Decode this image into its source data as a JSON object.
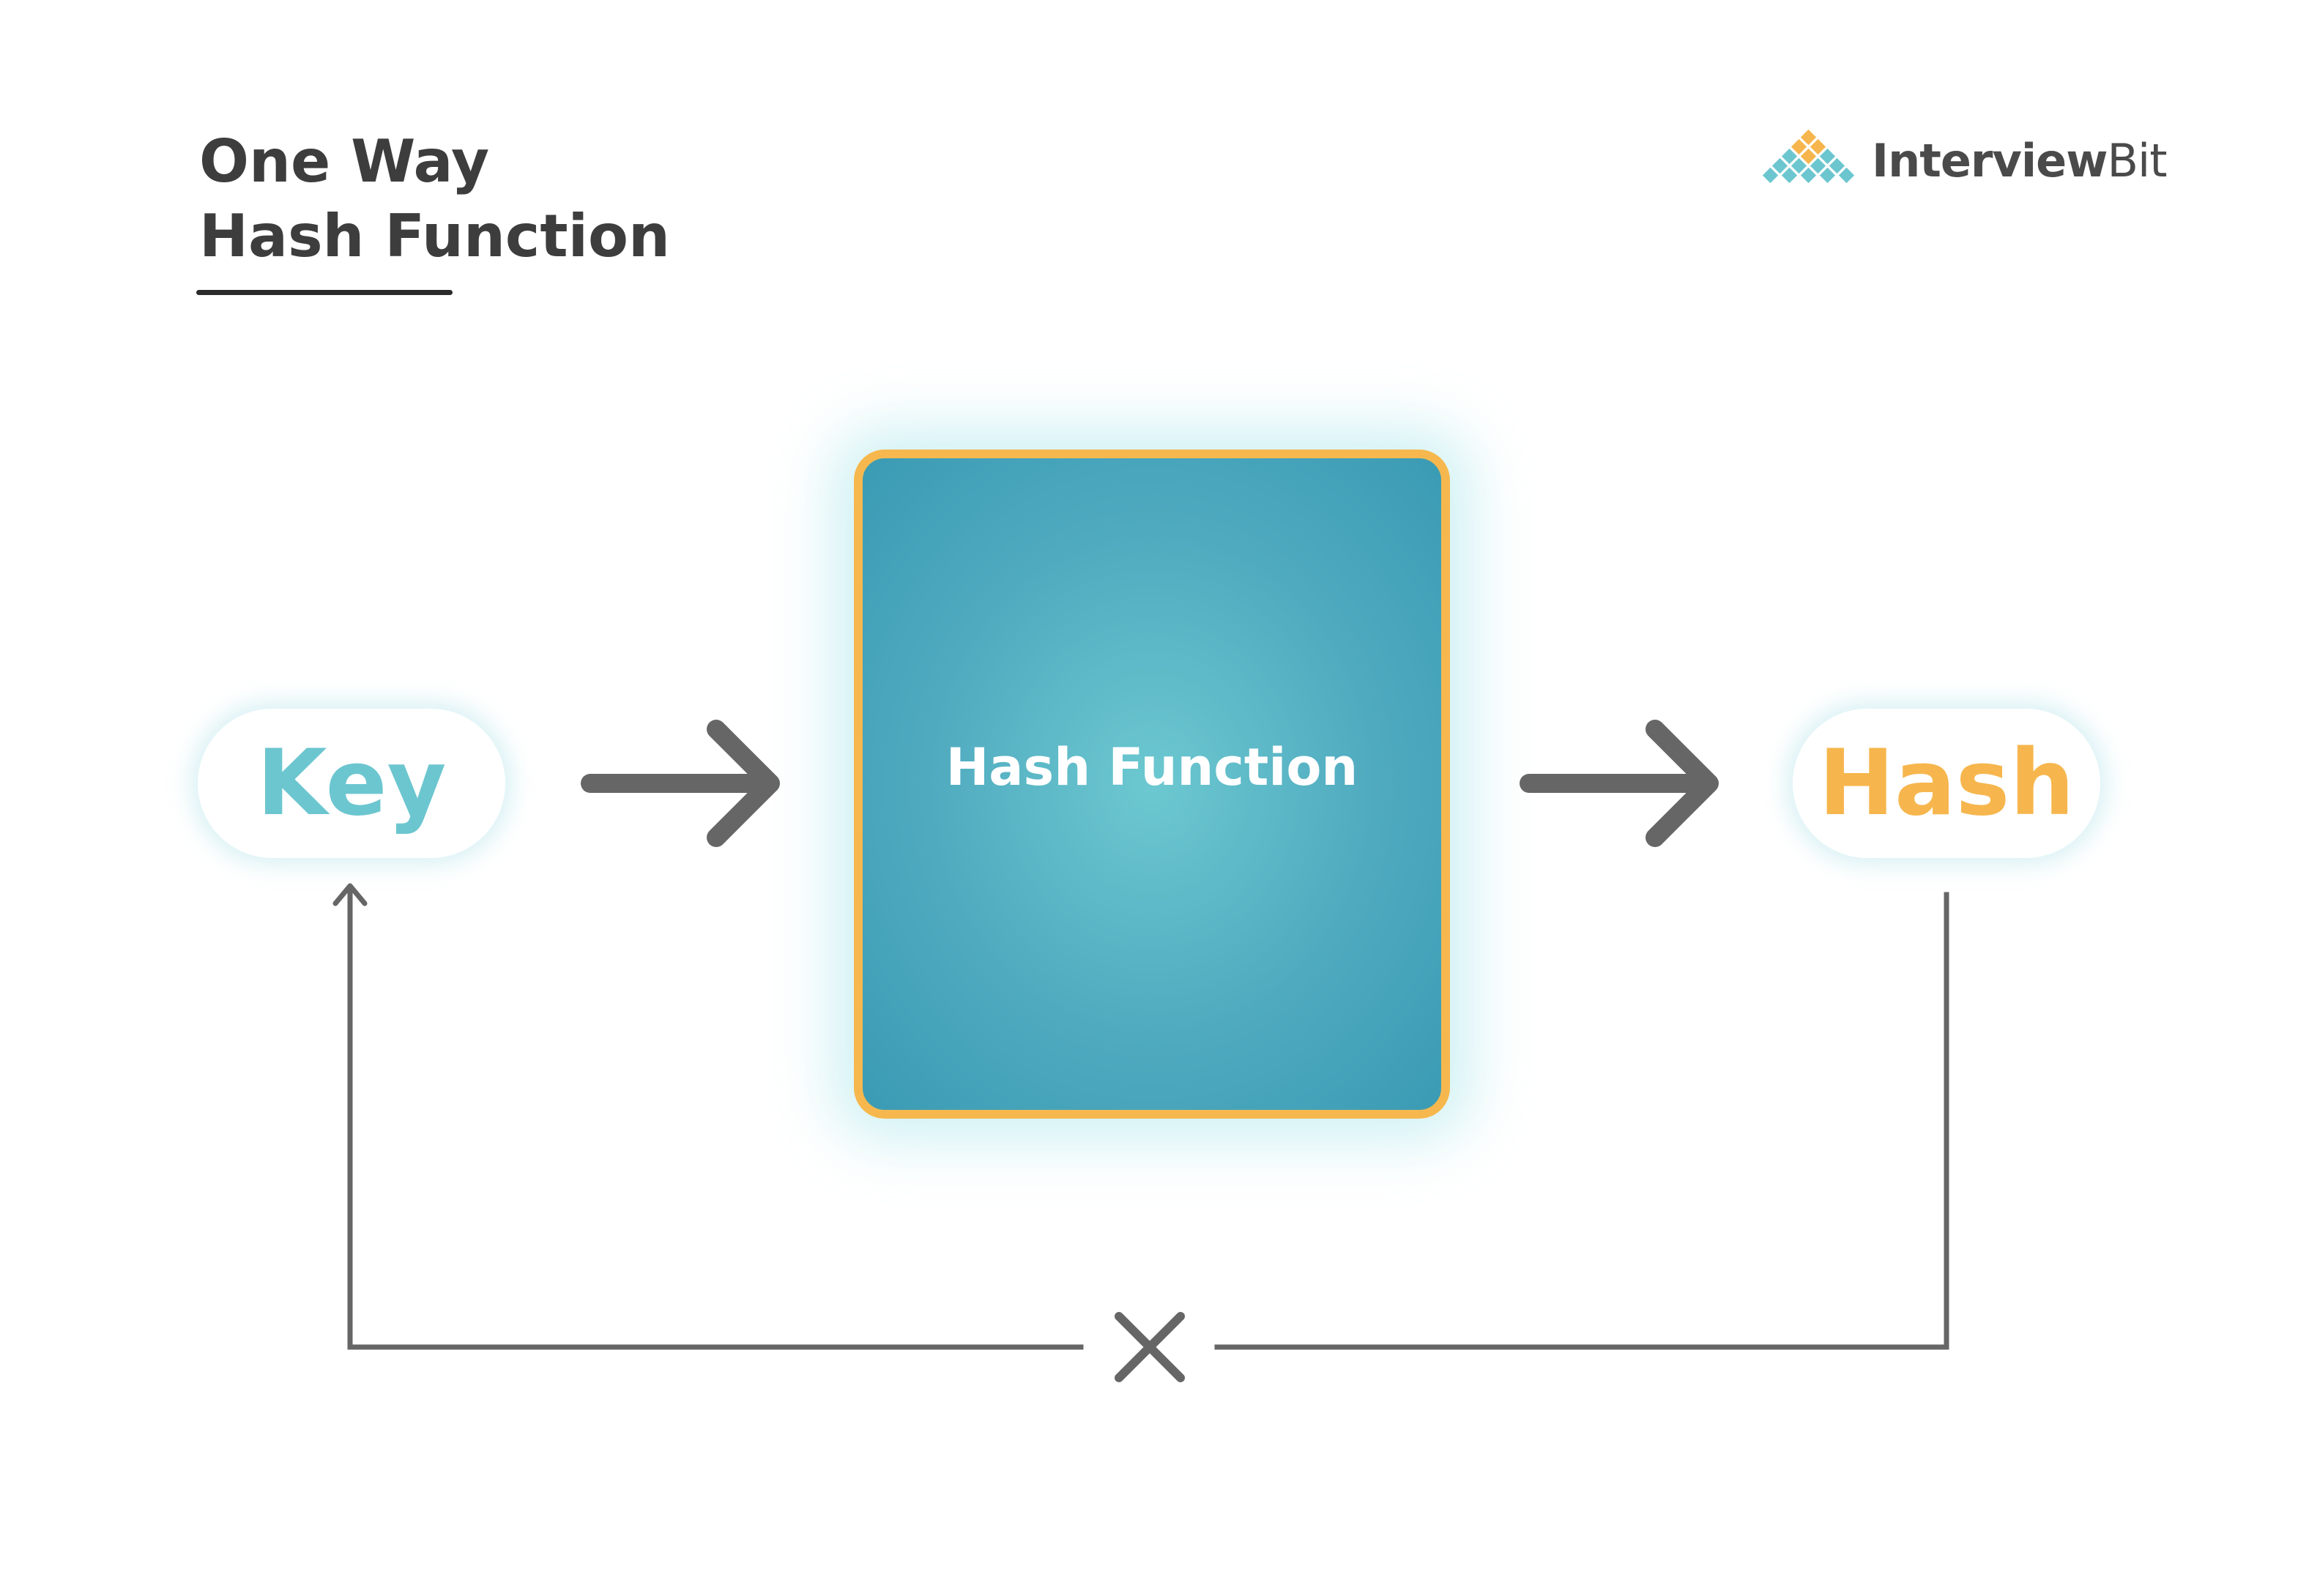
{
  "title": {
    "line1": "One Way",
    "line2": "Hash Function"
  },
  "brand": {
    "name_bold": "Interview",
    "name_light": "Bit"
  },
  "nodes": {
    "key": "Key",
    "hash_function": "Hash Function",
    "hash": "Hash"
  },
  "colors": {
    "key_text": "#6cc6cf",
    "hash_text": "#f6b64d",
    "box_border": "#f6b84e",
    "box_fill": "#4faabf",
    "arrow": "#666666"
  }
}
